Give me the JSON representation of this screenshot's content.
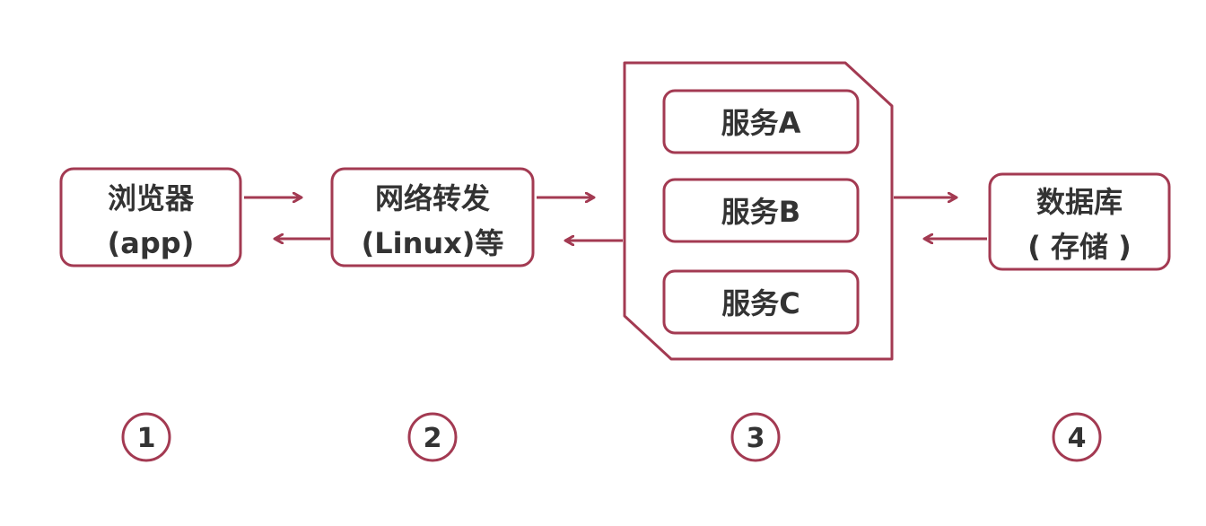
{
  "colors": {
    "accent": "#a33a52",
    "text": "#333333"
  },
  "nodes": {
    "browser": {
      "line1": "浏览器",
      "line2": "(app)"
    },
    "network": {
      "line1": "网络转发",
      "line2": "(Linux)等"
    },
    "services": {
      "items": [
        "服务A",
        "服务B",
        "服务C"
      ]
    },
    "database": {
      "line1": "数据库",
      "line2": "( 存储 )"
    }
  },
  "steps": [
    "1",
    "2",
    "3",
    "4"
  ]
}
